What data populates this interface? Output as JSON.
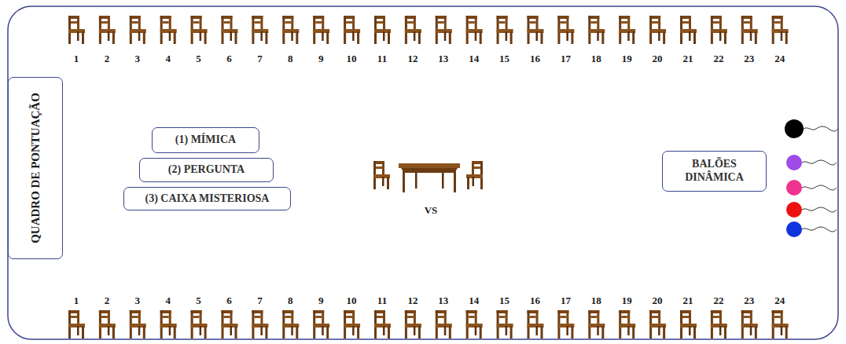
{
  "diagram": {
    "nodes": [
      {
        "text": [
          "QUADRO DE PONTUAÇÃO"
        ]
      },
      {
        "text": [
          "(1) MÍMICA"
        ]
      },
      {
        "text": [
          "(2) PERGUNTA"
        ]
      },
      {
        "text": [
          "(3) CAIXA MISTERIOSA"
        ]
      },
      {
        "text": [
          "BALÕES DINÂMICA"
        ]
      }
    ],
    "labels": [
      "1",
      "2",
      "3",
      "4",
      "5",
      "6",
      "7",
      "8",
      "9",
      "10",
      "11",
      "12",
      "13",
      "14",
      "15",
      "16",
      "17",
      "18",
      "19",
      "20",
      "21",
      "22",
      "23",
      "24",
      "1",
      "2",
      "3",
      "4",
      "5",
      "6",
      "7",
      "8",
      "9",
      "10",
      "11",
      "12",
      "13",
      "14",
      "15",
      "16",
      "17",
      "18",
      "19",
      "20",
      "21",
      "22",
      "23",
      "24",
      "VS"
    ]
  }
}
